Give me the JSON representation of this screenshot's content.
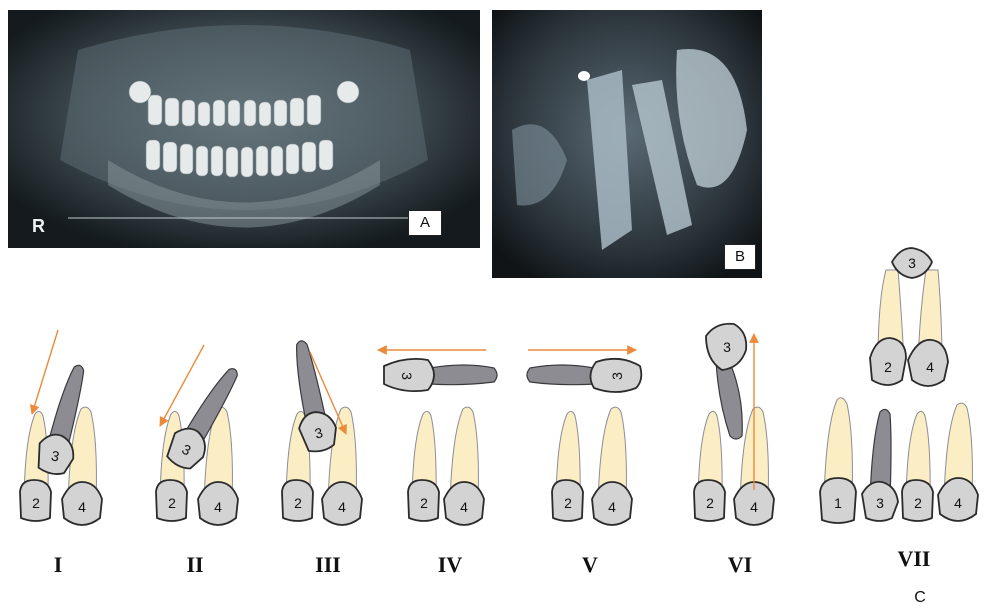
{
  "panels": {
    "a": {
      "label": "A",
      "side_marker": "R"
    },
    "b": {
      "label": "B"
    },
    "c": {
      "label": "C"
    }
  },
  "classes": [
    {
      "numeral": "I"
    },
    {
      "numeral": "II"
    },
    {
      "numeral": "III"
    },
    {
      "numeral": "IV"
    },
    {
      "numeral": "V"
    },
    {
      "numeral": "VI"
    },
    {
      "numeral": "VII"
    }
  ],
  "teeth": {
    "central_incisor": "1",
    "lateral_incisor": "2",
    "canine": "3",
    "first_premolar": "4"
  },
  "colors": {
    "crown": "#d3d3d3",
    "root": "#fbeec4",
    "impacted_canine": "#8c8c92",
    "arrow": "#ec8a3a"
  }
}
